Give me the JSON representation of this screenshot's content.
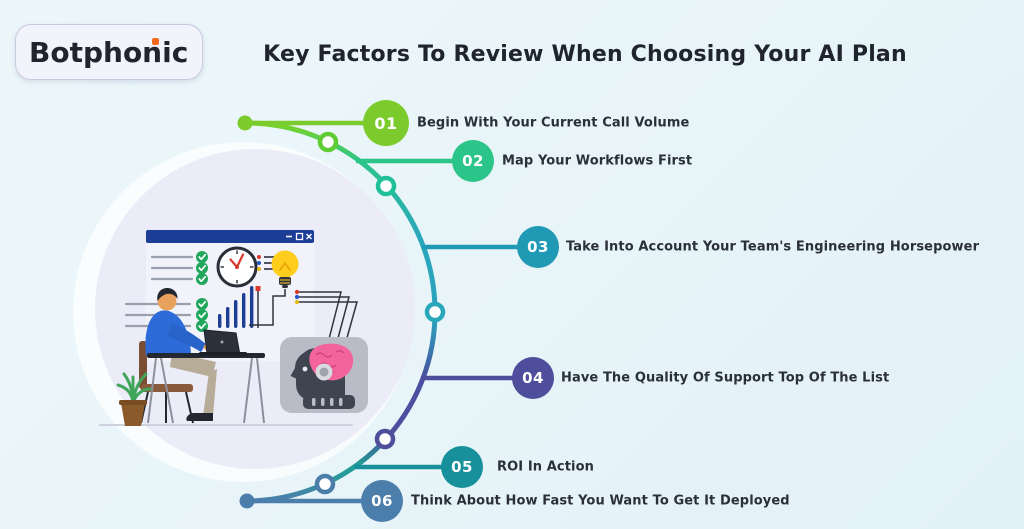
{
  "logo": {
    "text": "Botphonic",
    "dot_color": "#F26A1D"
  },
  "title": "Key Factors To Review When Choosing Your AI Plan",
  "items": [
    {
      "number": "01",
      "label": "Begin With Your Current Call Volume",
      "color": "#7CCB2C"
    },
    {
      "number": "02",
      "label": "Map Your Workflows First",
      "color": "#2BC489"
    },
    {
      "number": "03",
      "label": "Take Into Account Your Team's Engineering Horsepower",
      "color": "#2099B4"
    },
    {
      "number": "04",
      "label": "Have The Quality Of Support Top Of The List",
      "color": "#4F4E9D"
    },
    {
      "number": "05",
      "label": "ROI In Action",
      "color": "#18909C"
    },
    {
      "number": "06",
      "label": "Think About How Fast You Want To Get It Deployed",
      "color": "#4C7EAC"
    }
  ],
  "colors": {
    "background": "#E7F4F8",
    "illustration_circle": "#ECECF8",
    "curve_gradient": [
      "#7DD324",
      "#2BC489",
      "#29A8BC",
      "#4A4F9F",
      "#1FA195",
      "#4C7EAC"
    ],
    "text": "#2A2F3A",
    "title_text": "#20242E"
  },
  "illustration_alt": "Person working on a laptop at a desk beside a checklist, clock, idea lightbulb, bar chart and an AI head with a brain connected by wires"
}
